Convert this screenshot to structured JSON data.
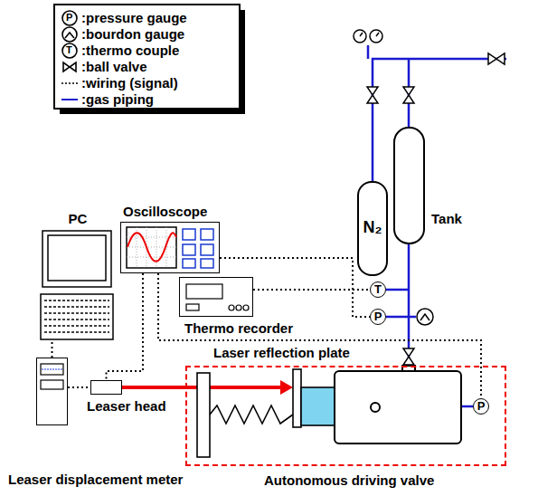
{
  "diagram": {
    "nodes": [
      {
        "text": [
          "PC"
        ]
      },
      {
        "text": [
          "Oscilloscope"
        ]
      },
      {
        "text": [
          "Thermo recorder"
        ]
      },
      {
        "text": [
          "N₂"
        ]
      },
      {
        "text": [
          "Tank"
        ]
      },
      {
        "text": [
          "T"
        ]
      },
      {
        "text": [
          "P"
        ]
      },
      {
        "text": [
          "Leaser head"
        ]
      },
      {
        "text": [
          "Leaser displacement meter"
        ]
      },
      {
        "text": [
          "Autonomous driving valve"
        ]
      },
      {
        "text": [
          "P"
        ],
        "in": 9
      }
    ],
    "edges": [
      {
        "from": 0,
        "to": 8,
        "arrow": "none"
      },
      {
        "from": 8,
        "to": 7,
        "arrow": "none"
      },
      {
        "from": 1,
        "to": 7,
        "arrow": "none"
      },
      {
        "from": 2,
        "to": 5,
        "arrow": "none"
      },
      {
        "from": 1,
        "to": 6,
        "arrow": "none"
      },
      {
        "from": 1,
        "to": 10,
        "arrow": "none"
      }
    ],
    "labels": [
      "P",
      "T",
      "Laser reflection plate"
    ],
    "legend": [
      {
        "text": ":pressure gauge"
      },
      {
        "text": ":bourdon gauge"
      },
      {
        "text": ":thermo couple"
      },
      {
        "text": ":ball valve"
      },
      {
        "text": ":wiring (signal)"
      },
      {
        "text": ":gas piping"
      }
    ]
  }
}
